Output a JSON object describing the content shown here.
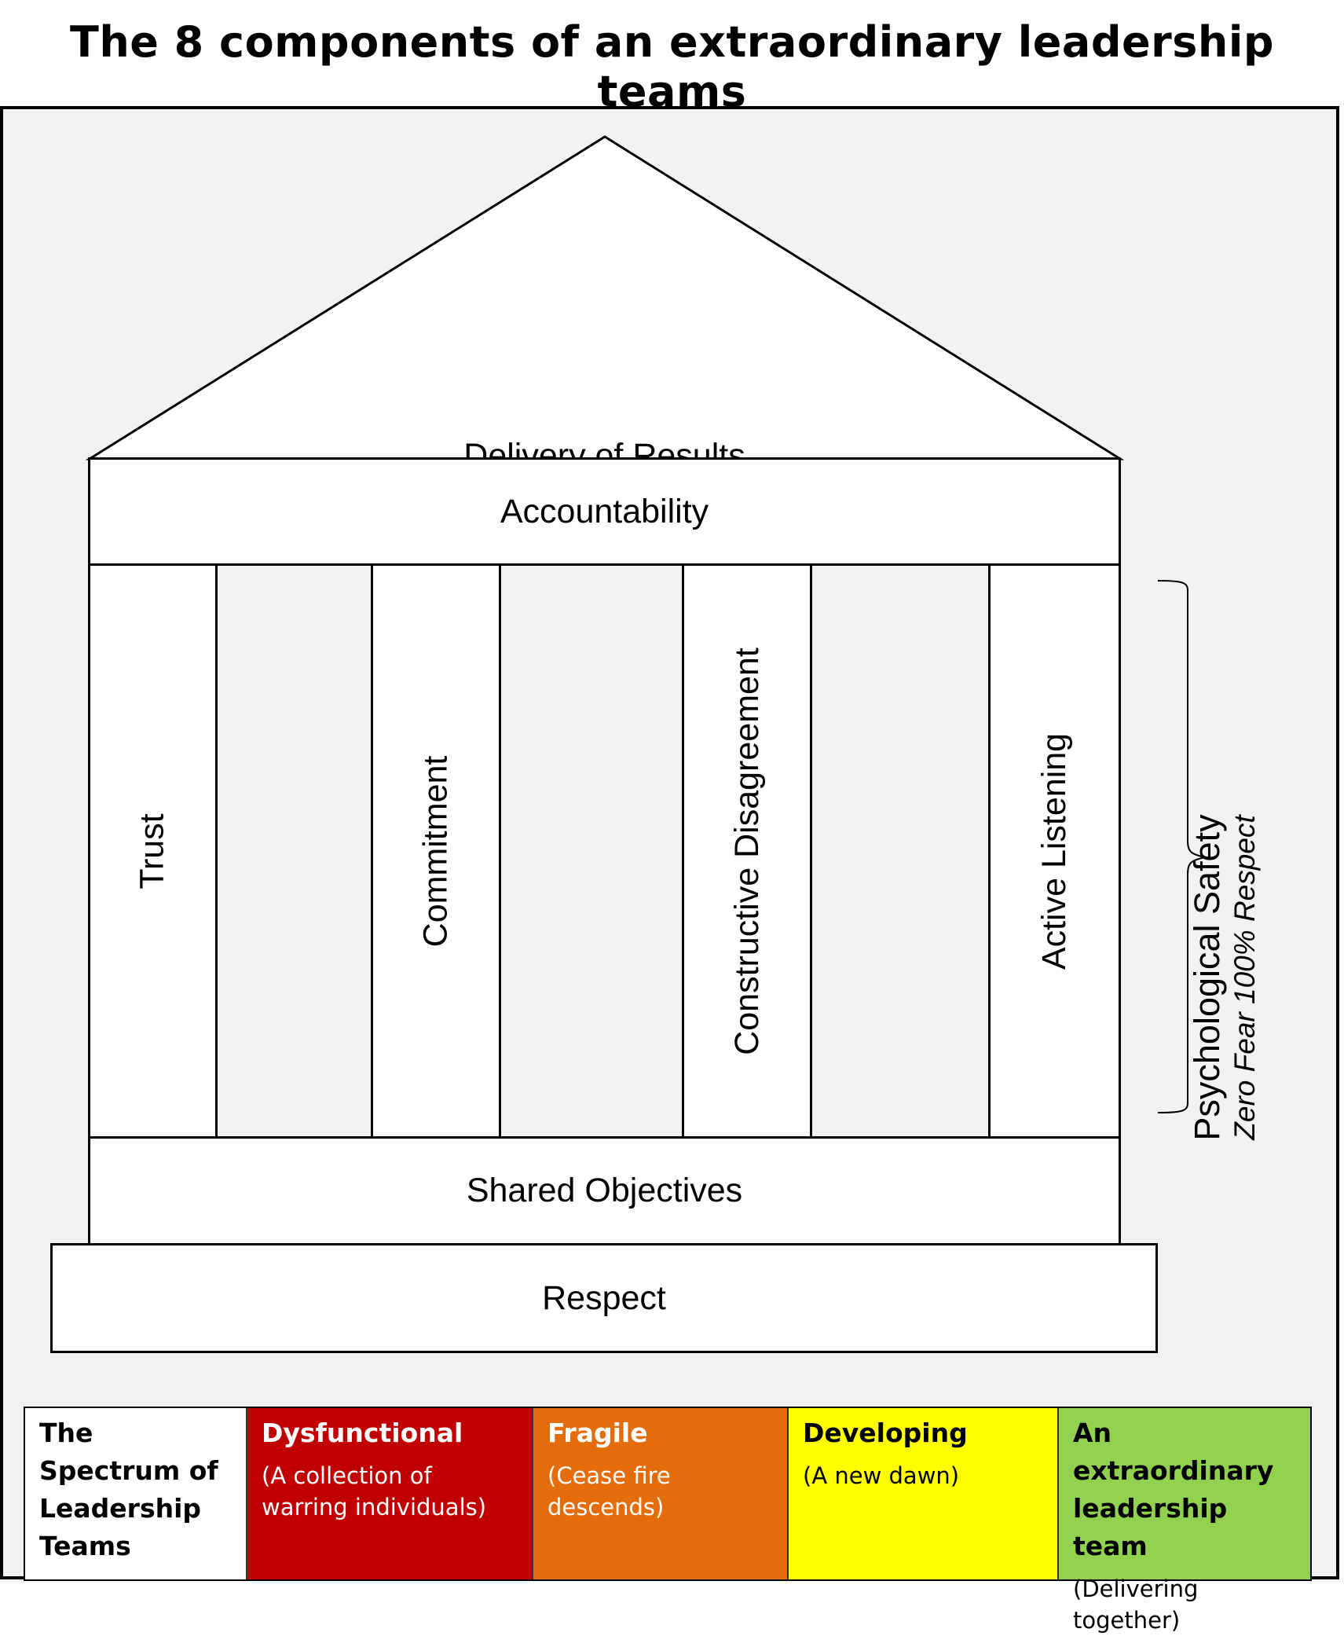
{
  "title": "The 8 components of an extraordinary leadership teams",
  "temple": {
    "roof": "Delivery of Results",
    "beam": "Accountability",
    "pillars": [
      "Trust",
      "Commitment",
      "Constructive Disagreement",
      "Active Listening"
    ],
    "floor": "Shared Objectives",
    "base": "Respect"
  },
  "psychological_safety": {
    "title": "Psychological Safety",
    "subtitle": "Zero Fear 100% Respect"
  },
  "spectrum": {
    "heading": "The Spectrum of Leadership Teams",
    "levels": [
      {
        "title": "Dysfunctional",
        "description": "(A collection of warring individuals)",
        "color": "#c00000",
        "text_color": "#ffffff"
      },
      {
        "title": "Fragile",
        "description": "(Cease fire descends)",
        "color": "#e46c0a",
        "text_color": "#ffffff"
      },
      {
        "title": "Developing",
        "description": "(A new dawn)",
        "color": "#ffff00",
        "text_color": "#000000"
      },
      {
        "title": "An extraordinary leadership team",
        "description": "(Delivering together)",
        "color": "#92d050",
        "text_color": "#000000"
      }
    ]
  }
}
